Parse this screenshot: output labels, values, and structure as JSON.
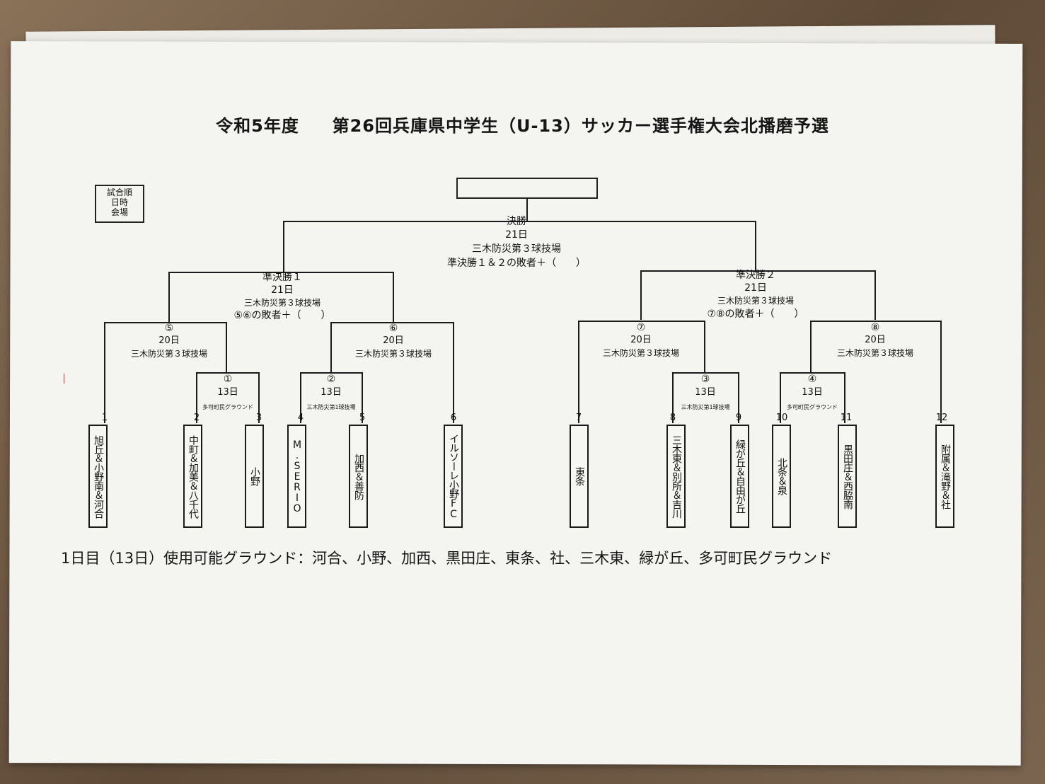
{
  "title": {
    "year": "令和5年度",
    "name": "第26回兵庫県中学生（U-13）サッカー選手権大会北播磨予選"
  },
  "legend": [
    "試合順",
    "日時",
    "会場"
  ],
  "final": {
    "label": "決勝",
    "date": "21日",
    "venue": "三木防災第３球技場",
    "note": "準決勝１＆２の敗者＋（　　）"
  },
  "semis": [
    {
      "label": "準決勝１",
      "date": "21日",
      "venue": "三木防災第３球技場",
      "note": "⑤⑥の敗者＋（　　）"
    },
    {
      "label": "準決勝２",
      "date": "21日",
      "venue": "三木防災第３球技場",
      "note": "⑦⑧の敗者＋（　　）"
    }
  ],
  "quarters": [
    {
      "label": "⑤",
      "date": "20日",
      "venue": "三木防災第３球技場"
    },
    {
      "label": "⑥",
      "date": "20日",
      "venue": "三木防災第３球技場"
    },
    {
      "label": "⑦",
      "date": "20日",
      "venue": "三木防災第３球技場"
    },
    {
      "label": "⑧",
      "date": "20日",
      "venue": "三木防災第３球技場"
    }
  ],
  "round1": [
    {
      "label": "①",
      "date": "13日",
      "venue": "多可町民グラウンド"
    },
    {
      "label": "②",
      "date": "13日",
      "venue": "三木防災第1球技場"
    },
    {
      "label": "③",
      "date": "13日",
      "venue": "三木防災第1球技場"
    },
    {
      "label": "④",
      "date": "13日",
      "venue": "多可町民グラウンド"
    }
  ],
  "teams": [
    {
      "num": "1",
      "name": "旭丘＆小野南＆河合"
    },
    {
      "num": "2",
      "name": "中町＆加美＆八千代"
    },
    {
      "num": "3",
      "name": "小野"
    },
    {
      "num": "4",
      "name": "M.SERIO"
    },
    {
      "num": "5",
      "name": "加西＆善防"
    },
    {
      "num": "6",
      "name": "イルソーレ小野FC"
    },
    {
      "num": "7",
      "name": "東条"
    },
    {
      "num": "8",
      "name": "三木東＆別所＆吉川"
    },
    {
      "num": "9",
      "name": "緑が丘＆自由が丘"
    },
    {
      "num": "10",
      "name": "北条＆泉"
    },
    {
      "num": "11",
      "name": "黒田庄＆西脇南"
    },
    {
      "num": "12",
      "name": "附属＆滝野＆社"
    }
  ],
  "footer": "1日目（13日）使用可能グラウンド：河合、小野、加西、黒田庄、東条、社、三木東、緑が丘、多可町民グラウンド"
}
